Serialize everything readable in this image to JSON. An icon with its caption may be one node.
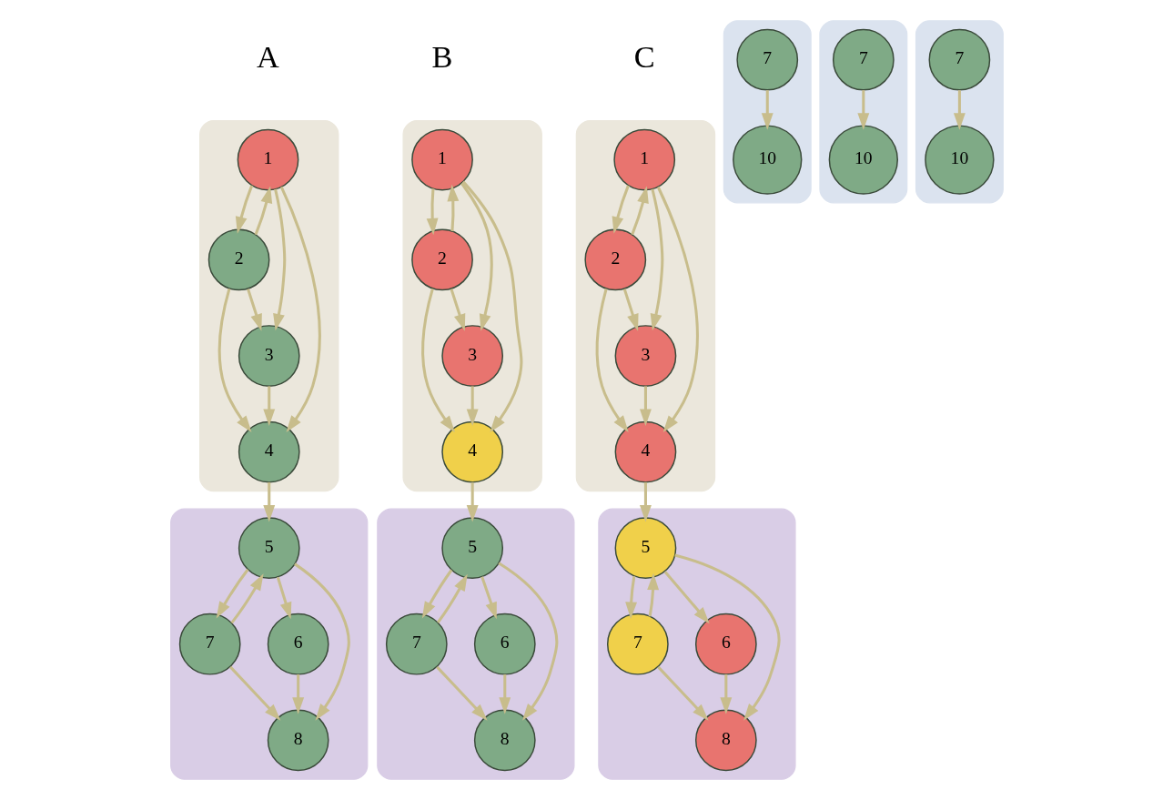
{
  "diagram": {
    "nodes": [
      {
        "text": [],
        "shape": "ellipse"
      },
      {
        "text": [
          "1"
        ],
        "in": 0
      },
      {
        "text": [
          "2"
        ],
        "in": 0
      },
      {
        "text": [
          "3"
        ],
        "in": 0
      },
      {
        "text": [
          "4"
        ],
        "in": 0
      },
      {
        "text": [],
        "shape": "ellipse"
      },
      {
        "text": [
          "7"
        ],
        "in": 5
      },
      {
        "text": [
          "10"
        ],
        "in": 5
      },
      {
        "text": [],
        "shape": "ellipse"
      },
      {
        "text": [
          "5"
        ],
        "in": 8
      },
      {
        "text": [
          "7"
        ],
        "in": 8
      },
      {
        "text": [
          "6"
        ],
        "in": 8
      },
      {
        "text": [
          "8"
        ],
        "in": 8
      },
      {
        "text": [],
        "shape": "ellipse"
      },
      {
        "text": [
          "1"
        ],
        "in": 13
      },
      {
        "text": [
          "2"
        ],
        "in": 13
      },
      {
        "text": [
          "3"
        ],
        "in": 13
      },
      {
        "text": [
          "4"
        ],
        "in": 13
      },
      {
        "text": [],
        "shape": "ellipse"
      },
      {
        "text": [
          "7"
        ],
        "in": 18
      },
      {
        "text": [
          "10"
        ],
        "in": 18
      },
      {
        "text": [],
        "shape": "ellipse"
      },
      {
        "text": [
          "5"
        ],
        "in": 21
      },
      {
        "text": [
          "7"
        ],
        "in": 21
      },
      {
        "text": [
          "6"
        ],
        "in": 21
      },
      {
        "text": [
          "8"
        ],
        "in": 21
      },
      {
        "text": [],
        "shape": "ellipse"
      },
      {
        "text": [
          "1"
        ],
        "in": 26
      },
      {
        "text": [
          "2"
        ],
        "in": 26
      },
      {
        "text": [
          "3"
        ],
        "in": 26
      },
      {
        "text": [
          "4"
        ],
        "in": 26
      },
      {
        "text": [],
        "shape": "ellipse"
      },
      {
        "text": [
          "7"
        ],
        "in": 31
      },
      {
        "text": [
          "10"
        ],
        "in": 31
      },
      {
        "text": [],
        "shape": "ellipse"
      },
      {
        "text": [
          "5"
        ],
        "in": 34
      },
      {
        "text": [
          "7"
        ],
        "in": 34
      },
      {
        "text": [
          "6"
        ],
        "in": 34
      },
      {
        "text": [
          "8"
        ],
        "in": 34
      }
    ],
    "edges": [
      {
        "from": 1,
        "to": 2,
        "arrow": "to"
      },
      {
        "from": 2,
        "to": 1,
        "arrow": "to"
      },
      {
        "from": 1,
        "to": 3,
        "arrow": "to"
      },
      {
        "from": 1,
        "to": 4,
        "arrow": "to"
      },
      {
        "from": 2,
        "to": 4,
        "arrow": "to"
      },
      {
        "from": 2,
        "to": 3,
        "arrow": "to"
      },
      {
        "from": 3,
        "to": 4,
        "arrow": "to"
      },
      {
        "from": 4,
        "to": 9,
        "arrow": "to"
      },
      {
        "from": 6,
        "to": 7,
        "arrow": "to"
      },
      {
        "from": 10,
        "to": 9,
        "arrow": "to"
      },
      {
        "from": 9,
        "to": 10,
        "arrow": "to"
      },
      {
        "from": 9,
        "to": 11,
        "arrow": "to"
      },
      {
        "from": 9,
        "to": 12,
        "arrow": "to"
      },
      {
        "from": 10,
        "to": 12,
        "arrow": "to"
      },
      {
        "from": 11,
        "to": 12,
        "arrow": "to"
      },
      {
        "from": 14,
        "to": 15,
        "arrow": "to"
      },
      {
        "from": 15,
        "to": 14,
        "arrow": "to"
      },
      {
        "from": 14,
        "to": 16,
        "arrow": "to"
      },
      {
        "from": 14,
        "to": 17,
        "arrow": "to"
      },
      {
        "from": 15,
        "to": 17,
        "arrow": "to"
      },
      {
        "from": 15,
        "to": 16,
        "arrow": "to"
      },
      {
        "from": 16,
        "to": 17,
        "arrow": "to"
      },
      {
        "from": 17,
        "to": 22,
        "arrow": "to"
      },
      {
        "from": 19,
        "to": 20,
        "arrow": "to"
      },
      {
        "from": 23,
        "to": 22,
        "arrow": "to"
      },
      {
        "from": 22,
        "to": 23,
        "arrow": "to"
      },
      {
        "from": 22,
        "to": 24,
        "arrow": "to"
      },
      {
        "from": 22,
        "to": 25,
        "arrow": "to"
      },
      {
        "from": 23,
        "to": 25,
        "arrow": "to"
      },
      {
        "from": 24,
        "to": 25,
        "arrow": "to"
      },
      {
        "from": 27,
        "to": 28,
        "arrow": "to"
      },
      {
        "from": 28,
        "to": 27,
        "arrow": "to"
      },
      {
        "from": 27,
        "to": 29,
        "arrow": "to"
      },
      {
        "from": 27,
        "to": 30,
        "arrow": "to"
      },
      {
        "from": 28,
        "to": 30,
        "arrow": "to"
      },
      {
        "from": 28,
        "to": 29,
        "arrow": "to"
      },
      {
        "from": 29,
        "to": 30,
        "arrow": "to"
      },
      {
        "from": 30,
        "to": 35,
        "arrow": "to"
      },
      {
        "from": 32,
        "to": 33,
        "arrow": "to"
      },
      {
        "from": 36,
        "to": 35,
        "arrow": "to"
      },
      {
        "from": 35,
        "to": 36,
        "arrow": "to"
      },
      {
        "from": 35,
        "to": 37,
        "arrow": "to"
      },
      {
        "from": 35,
        "to": 38,
        "arrow": "to"
      },
      {
        "from": 36,
        "to": 38,
        "arrow": "to"
      },
      {
        "from": 37,
        "to": 38,
        "arrow": "to"
      }
    ],
    "labels": [
      "A",
      "B",
      "C"
    ]
  }
}
